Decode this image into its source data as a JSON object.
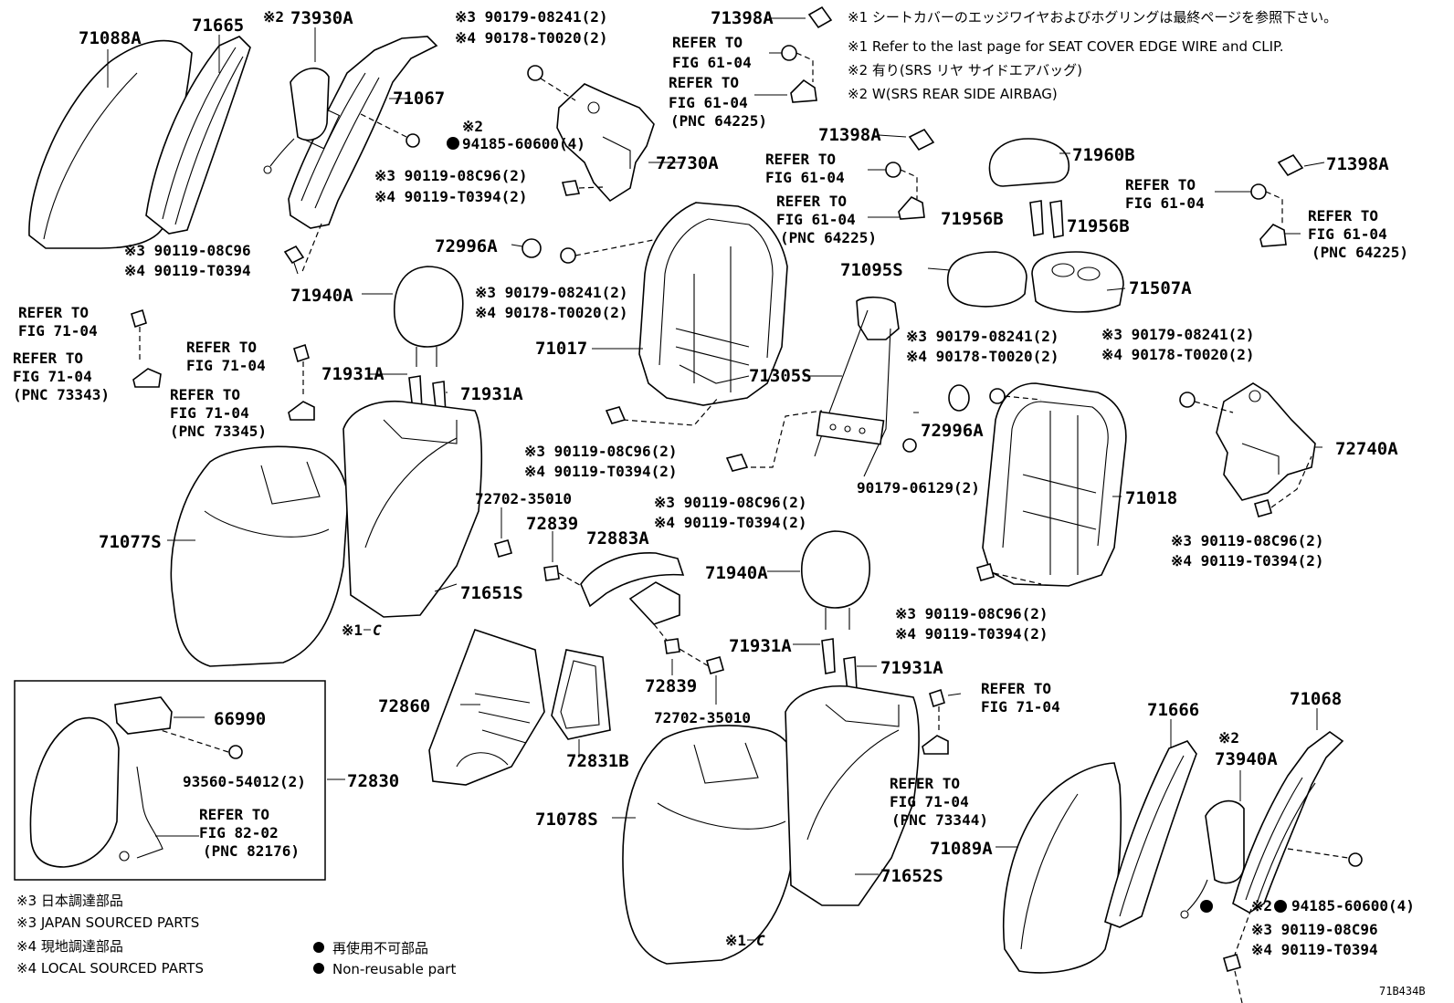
{
  "labels": {
    "p71088A": "71088A",
    "p71665": "71665",
    "p73930A": "73930A",
    "n2_73930A": "※2",
    "p71067": "71067",
    "n2_94185": "※2",
    "p94185_left": "94185-60600(4)",
    "r_90179_08241_top": "※3 90179-08241(2)",
    "r_90178_t0020_top": "※4 90178-T0020(2)",
    "p72730A": "72730A",
    "r_90119_08c96_a": "※3 90119-08C96(2)",
    "r_90119_t0394_a": "※4 90119-T0394(2)",
    "r_90119_08c96_b": "※3 90119-08C96",
    "r_90119_t0394_b": "※4 90119-T0394",
    "p71398A_1": "71398A",
    "refer_to": "REFER TO",
    "fig_61_04": "FIG 61-04",
    "pnc_64225": "(PNC 64225)",
    "p71398A_2": "71398A",
    "p71960B": "71960B",
    "p71398A_3": "71398A",
    "p71956B_1": "71956B",
    "p71956B_2": "71956B",
    "p72996A_1": "72996A",
    "r_90179_08241_mid": "※3 90179-08241(2)",
    "r_90178_t0020_mid": "※4 90178-T0020(2)",
    "p71095S": "71095S",
    "p71507A": "71507A",
    "p71940A_1": "71940A",
    "fig_71_04": "FIG 71-04",
    "pnc_73343": "(PNC 73343)",
    "pnc_73345": "(PNC 73345)",
    "pnc_73344": "(PNC 73344)",
    "p71931A_1": "71931A",
    "p71931A_2": "71931A",
    "p71017": "71017",
    "p71305S": "71305S",
    "r_90179_08241_r1": "※3 90179-08241(2)",
    "r_90178_t0020_r1": "※4 90178-T0020(2)",
    "r_90179_08241_r2": "※3 90179-08241(2)",
    "r_90178_t0020_r2": "※4 90178-T0020(2)",
    "p72996A_2": "72996A",
    "p72740A": "72740A",
    "p90179_06129": "90179-06129(2)",
    "p71018": "71018",
    "r_90119_08c96_c": "※3 90119-08C96(2)",
    "r_90119_t0394_c": "※4 90119-T0394(2)",
    "r_90119_08c96_d": "※3 90119-08C96(2)",
    "r_90119_t0394_d": "※4 90119-T0394(2)",
    "r_90119_08c96_e": "※3 90119-08C96(2)",
    "r_90119_t0394_e": "※4 90119-T0394(2)",
    "r_90119_08c96_f": "※3 90119-08C96(2)",
    "r_90119_t0394_f": "※4 90119-T0394(2)",
    "p72702_35010_1": "72702-35010",
    "p72839_1": "72839",
    "p72883A": "72883A",
    "p71077S": "71077S",
    "p71651S": "71651S",
    "n1c_1": "※1",
    "n1c_1b": "C",
    "p71940A_2": "71940A",
    "p71931A_3": "71931A",
    "p71931A_4": "71931A",
    "p72860": "72860",
    "p72831B": "72831B",
    "p72839_2": "72839",
    "p72702_35010_2": "72702-35010",
    "p66990": "66990",
    "p93560": "93560-54012(2)",
    "p72830": "72830",
    "fig_82_02": "FIG 82-02",
    "pnc_82176": "(PNC 82176)",
    "p71078S": "71078S",
    "p71652S": "71652S",
    "n1c_2": "※1",
    "n1c_2b": "C",
    "p71666": "71666",
    "p71068": "71068",
    "n2_73940A": "※2",
    "p73940A": "73940A",
    "p71089A": "71089A",
    "n2_94185_r": "※2",
    "p94185_right": "94185-60600(4)",
    "r_90119_08c96_g": "※3 90119-08C96",
    "r_90119_t0394_g": "※4 90119-T0394"
  },
  "notes": {
    "n1_ja": "※1  シートカバーのエッジワイヤおよびホグリングは最終ページを参照下さい。",
    "n1_en": "※1  Refer to the last page for SEAT COVER EDGE WIRE and CLIP.",
    "n2_ja": "※2  有り(SRS リヤ サイドエアバッグ)",
    "n2_en": "※2  W(SRS REAR SIDE AIRBAG)"
  },
  "legend": {
    "l3_ja": "※3  日本調達部品",
    "l3_en": "※3  JAPAN SOURCED PARTS",
    "l4_ja": "※4  現地調達部品",
    "l4_en": "※4  LOCAL SOURCED PARTS",
    "nr_ja": "再使用不可部品",
    "nr_en": "Non-reusable part"
  },
  "code": "71B434B"
}
